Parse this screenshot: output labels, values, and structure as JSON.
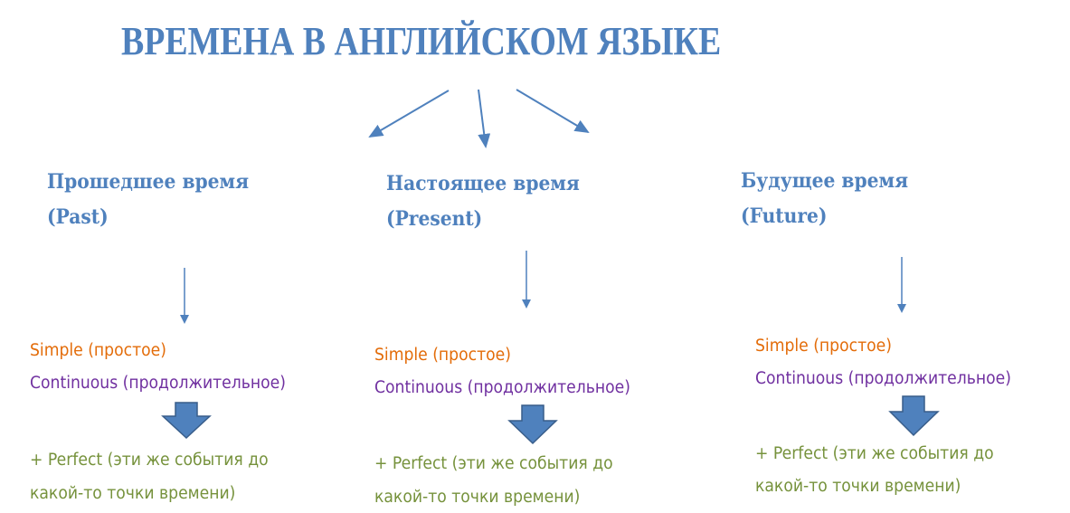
{
  "title": "ВРЕМЕНА В АНГЛИЙСКОМ ЯЗЫКЕ",
  "colors": {
    "heading": "#4f81bd",
    "arrow": "#4f81bd",
    "simple": "#e36c09",
    "continuous": "#7030a0",
    "perfect": "#76923c"
  },
  "columns": [
    {
      "heading_line1": "Прошедшее время",
      "heading_line2": "(Past)",
      "simple": "Simple (простое)",
      "continuous": "Continuous (продолжительное)",
      "perfect_line1": "+  Perfect (эти же события до",
      "perfect_line2": "какой-то точки времени)"
    },
    {
      "heading_line1": "Настоящее время",
      "heading_line2": "(Present)",
      "simple": "Simple (простое)",
      "continuous": "Continuous (продолжительное)",
      "perfect_line1": "+  Perfect (эти же события до",
      "perfect_line2": "какой-то точки времени)"
    },
    {
      "heading_line1": "Будущее время",
      "heading_line2": "(Future)",
      "simple": "Simple (простое)",
      "continuous": "Continuous (продолжительное)",
      "perfect_line1": "+  Perfect (эти же события до",
      "perfect_line2": "какой-то точки времени)"
    }
  ]
}
